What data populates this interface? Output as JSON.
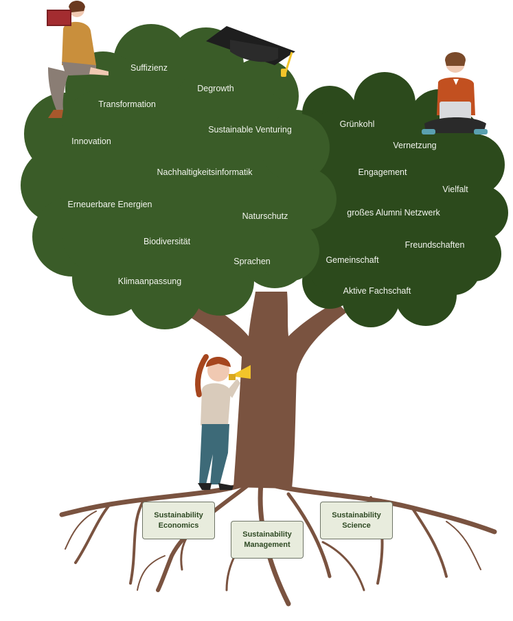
{
  "colors": {
    "canopy_left": "#3a5c28",
    "canopy_right": "#2c4a1c",
    "trunk": "#7a5340",
    "sign_bg": "#e8ecdd",
    "sign_text": "#2f4a24"
  },
  "canopy_left": {
    "words": [
      "Suffizienz",
      "Degrowth",
      "Transformation",
      "Sustainable Venturing",
      "Innovation",
      "Nachhaltigkeitsinformatik",
      "Erneuerbare Energien",
      "Naturschutz",
      "Biodiversität",
      "Sprachen",
      "Klimaanpassung"
    ]
  },
  "canopy_right": {
    "words": [
      "Grünkohl",
      "Vernetzung",
      "Engagement",
      "Vielfalt",
      "großes Alumni Netzwerk",
      "Freundschaften",
      "Gemeinschaft",
      "Aktive Fachschaft"
    ]
  },
  "roots": {
    "signs": [
      "Sustainability\nEconomics",
      "Sustainability\nManagement",
      "Sustainability\nScience"
    ]
  },
  "figures": {
    "reading_person": "book-reading-person",
    "laptop_person": "laptop-person",
    "megaphone_person": "megaphone-person",
    "graduation_cap": "graduation-cap-icon"
  }
}
